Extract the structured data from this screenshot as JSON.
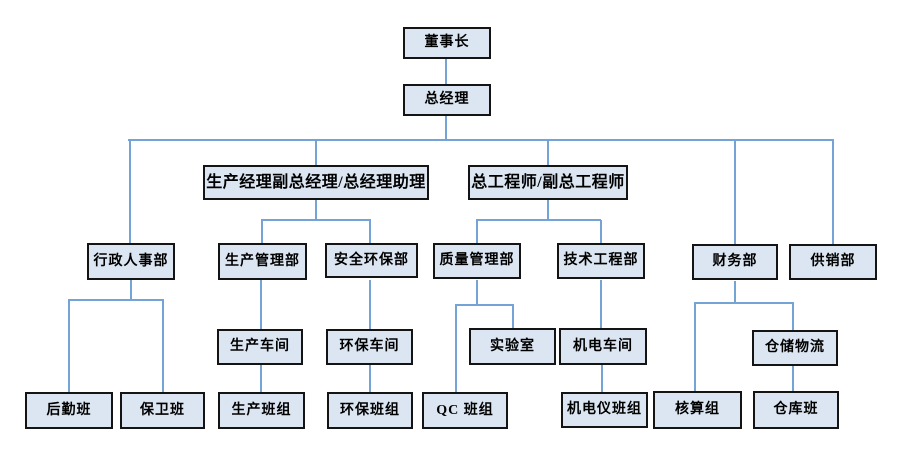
{
  "diagram": {
    "type": "org-chart",
    "language": "zh-CN",
    "colors": {
      "background": "#ffffff",
      "box_fill": "#dce6f2",
      "box_border": "#141414",
      "connector": "#74a3d6",
      "text": "#000000"
    },
    "nodes": {
      "chairman": {
        "label": "董事长"
      },
      "general_manager": {
        "label": "总经理"
      },
      "production_deputy_gm": {
        "label": "生产经理副总经理/总经理助理"
      },
      "chief_engineer": {
        "label": "总工程师/副总工程师"
      },
      "admin_hr_dept": {
        "label": "行政人事部"
      },
      "production_mgmt_dept": {
        "label": "生产管理部"
      },
      "safety_env_dept": {
        "label": "安全环保部"
      },
      "quality_mgmt_dept": {
        "label": "质量管理部"
      },
      "tech_eng_dept": {
        "label": "技术工程部"
      },
      "finance_dept": {
        "label": "财务部"
      },
      "supply_sales_dept": {
        "label": "供销部"
      },
      "production_workshop": {
        "label": "生产车间"
      },
      "env_workshop": {
        "label": "环保车间"
      },
      "laboratory": {
        "label": "实验室"
      },
      "mech_elec_workshop": {
        "label": "机电车间"
      },
      "warehouse_logistics": {
        "label": "仓储物流"
      },
      "logistics_team": {
        "label": "后勤班"
      },
      "security_team": {
        "label": "保卫班"
      },
      "production_team": {
        "label": "生产班组"
      },
      "env_team": {
        "label": "环保班组"
      },
      "qc_team": {
        "label": "QC 班组"
      },
      "mech_elec_inst_team": {
        "label": "机电仪班组"
      },
      "accounting_team": {
        "label": "核算组"
      },
      "warehouse_team": {
        "label": "仓库班"
      }
    },
    "edges": [
      [
        "chairman",
        "general_manager"
      ],
      [
        "general_manager",
        "admin_hr_dept"
      ],
      [
        "general_manager",
        "production_deputy_gm"
      ],
      [
        "general_manager",
        "chief_engineer"
      ],
      [
        "general_manager",
        "finance_dept"
      ],
      [
        "general_manager",
        "supply_sales_dept"
      ],
      [
        "production_deputy_gm",
        "production_mgmt_dept"
      ],
      [
        "production_deputy_gm",
        "safety_env_dept"
      ],
      [
        "chief_engineer",
        "quality_mgmt_dept"
      ],
      [
        "chief_engineer",
        "tech_eng_dept"
      ],
      [
        "admin_hr_dept",
        "logistics_team"
      ],
      [
        "admin_hr_dept",
        "security_team"
      ],
      [
        "production_mgmt_dept",
        "production_workshop"
      ],
      [
        "production_workshop",
        "production_team"
      ],
      [
        "safety_env_dept",
        "env_workshop"
      ],
      [
        "env_workshop",
        "env_team"
      ],
      [
        "quality_mgmt_dept",
        "qc_team"
      ],
      [
        "quality_mgmt_dept",
        "laboratory"
      ],
      [
        "tech_eng_dept",
        "mech_elec_workshop"
      ],
      [
        "mech_elec_workshop",
        "mech_elec_inst_team"
      ],
      [
        "finance_dept",
        "accounting_team"
      ],
      [
        "finance_dept",
        "warehouse_logistics"
      ],
      [
        "warehouse_logistics",
        "warehouse_team"
      ]
    ]
  }
}
